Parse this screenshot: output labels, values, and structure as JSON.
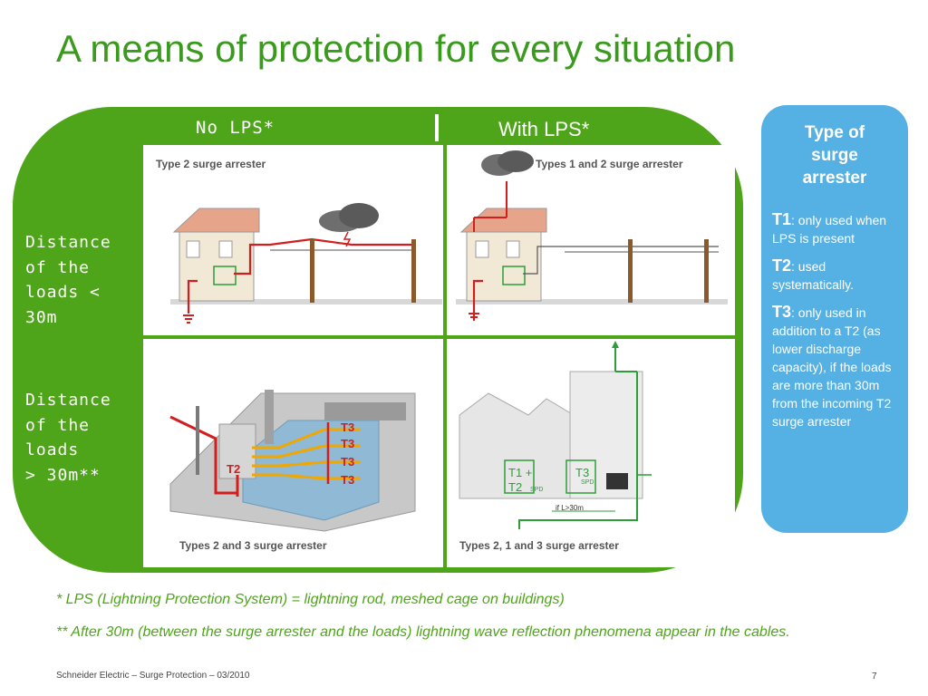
{
  "title": "A means of protection for every situation",
  "columns": {
    "no_lps": "No LPS*",
    "with_lps": "With LPS*"
  },
  "rows": {
    "near": "Distance\nof the\nloads <\n30m",
    "far": "Distance\nof the\nloads\n> 30m**"
  },
  "cells": {
    "near_no_lps": "Type 2 surge arrester",
    "near_with_lps": "Types 1 and 2 surge arrester",
    "far_no_lps": "Types 2 and 3 surge arrester",
    "far_with_lps": "Types 2, 1 and 3 surge arrester"
  },
  "diagram_labels": {
    "t2": "T2",
    "t3": "T3",
    "t1_plus": "T1 +",
    "spd": "SPD",
    "distance": "if L>30m"
  },
  "legend": {
    "title": "Type of\nsurge\narrester",
    "items": [
      {
        "code": "T1",
        "text": ": only used when LPS is present"
      },
      {
        "code": "T2",
        "text": ": used systematically."
      },
      {
        "code": "T3",
        "text": ": only used in addition to a T2 (as lower discharge capacity), if the loads are more than 30m from the incoming T2 surge arrester"
      }
    ]
  },
  "footnotes": {
    "lps": "* LPS (Lightning Protection System) = lightning rod, meshed cage on buildings)",
    "distance": "** After 30m (between the surge arrester and the loads) lightning wave reflection phenomena appear in the cables."
  },
  "footer": {
    "left": "Schneider Electric – Surge Protection – 03/2010",
    "page": "7"
  },
  "colors": {
    "title_green": "#3a9a1d",
    "panel_green": "#4fa51a",
    "legend_blue": "#55b0e3",
    "cable_red": "#d21e1e",
    "ground_green": "#2e9e3a"
  }
}
